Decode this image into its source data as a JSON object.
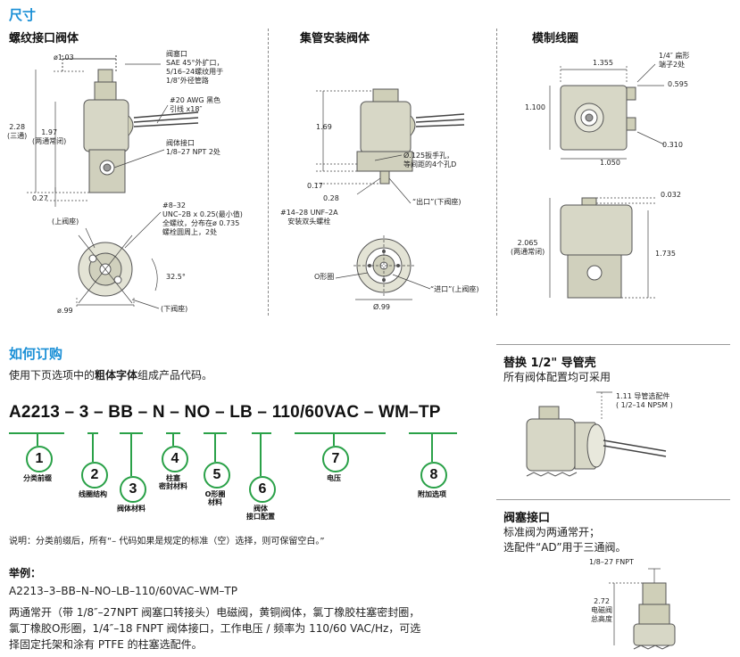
{
  "section_title": "尺寸",
  "threaded": {
    "title": "螺纹接口阀体",
    "dia_top": "ø1.03",
    "seat_label": "阀塞口\nSAE 45°外扩口，\n5/16–24螺纹用于\n1/8″外径管路",
    "wire_label": "#20 AWG 黑色\n引线 x18″",
    "height_total": "2.28\n(三通)",
    "height_no": "1.97\n(两通常闭)",
    "body_port": "阀体接口\n1/8–27 NPT 2处",
    "dim_bottom": "0.27",
    "upper_seat": "(上阀座)",
    "screw_note": "#8–32\nUNC–2B x 0.25(最小值)\n全螺纹，分布在ø 0.735\n螺栓圆周上，2处",
    "angle": "32.5°",
    "dia_bottom": "ø.99",
    "lower_seat": "(下阀座)"
  },
  "manifold": {
    "title": "集管安装阀体",
    "h169": "1.69",
    "hole_note": "Ø.125扳手孔，\n等间距的4个孔D",
    "d017": "0.17",
    "d028": "0.28",
    "out_label": "“出口”(下阀座)",
    "stud": "#14–28 UNF–2A\n安装双头螺栓",
    "oring": "O形圈",
    "in_label": "“进口”(上阀座)",
    "dia": "Ø.99"
  },
  "molded": {
    "title": "模制线圈",
    "w1355": "1.355",
    "tab": "1/4″ 扁形\n端子2处",
    "d0595": "0.595",
    "h1100": "1.100",
    "d0310": "0.310",
    "w1050": "1.050",
    "d0032": "0.032",
    "h2065": "2.065\n(两通常闭)",
    "h1735": "1.735"
  },
  "order": {
    "title": "如何订购",
    "intro_pre": "使用下页选项中的",
    "intro_bold": "粗体字体",
    "intro_post": "组成产品代码。",
    "code_parts": [
      "A2213",
      "–",
      "3",
      "–",
      "BB",
      "–",
      "N",
      "–",
      "NO",
      "–",
      "LB",
      "–",
      "110/60VAC",
      "–",
      "WM–TP"
    ],
    "items": [
      {
        "num": "1",
        "label": "分类前缀"
      },
      {
        "num": "2",
        "label": "线圈结构"
      },
      {
        "num": "3",
        "label": "阀体材料"
      },
      {
        "num": "4",
        "label": "柱塞\n密封材料"
      },
      {
        "num": "5",
        "label": "O形圈\n材料"
      },
      {
        "num": "6",
        "label": "阀体\n接口配置"
      },
      {
        "num": "7",
        "label": "电压"
      },
      {
        "num": "8",
        "label": "附加选项"
      }
    ],
    "note": "说明：分类前缀后，所有“– 代码如果是规定的标准（空）选择，则可保留空白。”",
    "example_title": "举例：",
    "example_code": "A2213–3–BB–N–NO–LB–110/60VAC–WM–TP",
    "example_desc": "两通常开（带 1/8″–27NPT 阀塞口转接头）电磁阀，黄铜阀体，氯丁橡胶柱塞密封圈，氯丁橡胶O形圈，1/4″–18 FNPT 阀体接口，工作电压 / 频率为 110/60 VAC/Hz，可选择固定托架和涂有 PTFE 的柱塞选配件。"
  },
  "replace": {
    "title": "替换 1/2\" 导管壳",
    "desc": "所有阀体配置均可采用",
    "fitting": "1.11 导管选配件\n( 1/2–14 NPSM )"
  },
  "plug": {
    "title": "阀塞接口",
    "line1": "标准阀为两通常开；",
    "line2": "选配件“AD”用于三通阀。",
    "npt": "1/8–27 FNPT",
    "height": "2.72\n电磁阀\n总高度"
  }
}
